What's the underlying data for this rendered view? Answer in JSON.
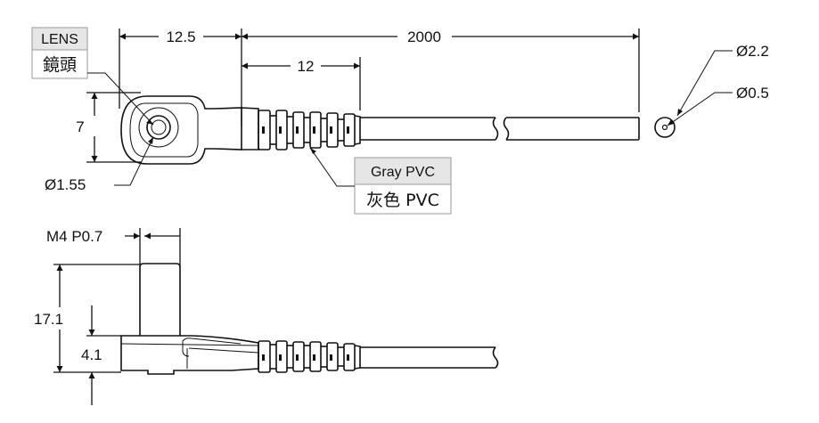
{
  "labels": {
    "lens_en": "LENS",
    "lens_zh": "鏡頭",
    "jacket_en": "Gray PVC",
    "jacket_zh": "灰色 PVC"
  },
  "dimensions": {
    "head_length": "12.5",
    "cable_length": "2000",
    "sleeve_length": "12",
    "head_height": "7",
    "lens_diameter": "Ø1.55",
    "cable_diameter": "Ø2.2",
    "core_diameter": "Ø0.5",
    "thread": "M4 P0.7",
    "total_height": "17.1",
    "body_height": "4.1"
  },
  "colors": {
    "label_bg": "#e6e6e6",
    "line": "#111111"
  }
}
